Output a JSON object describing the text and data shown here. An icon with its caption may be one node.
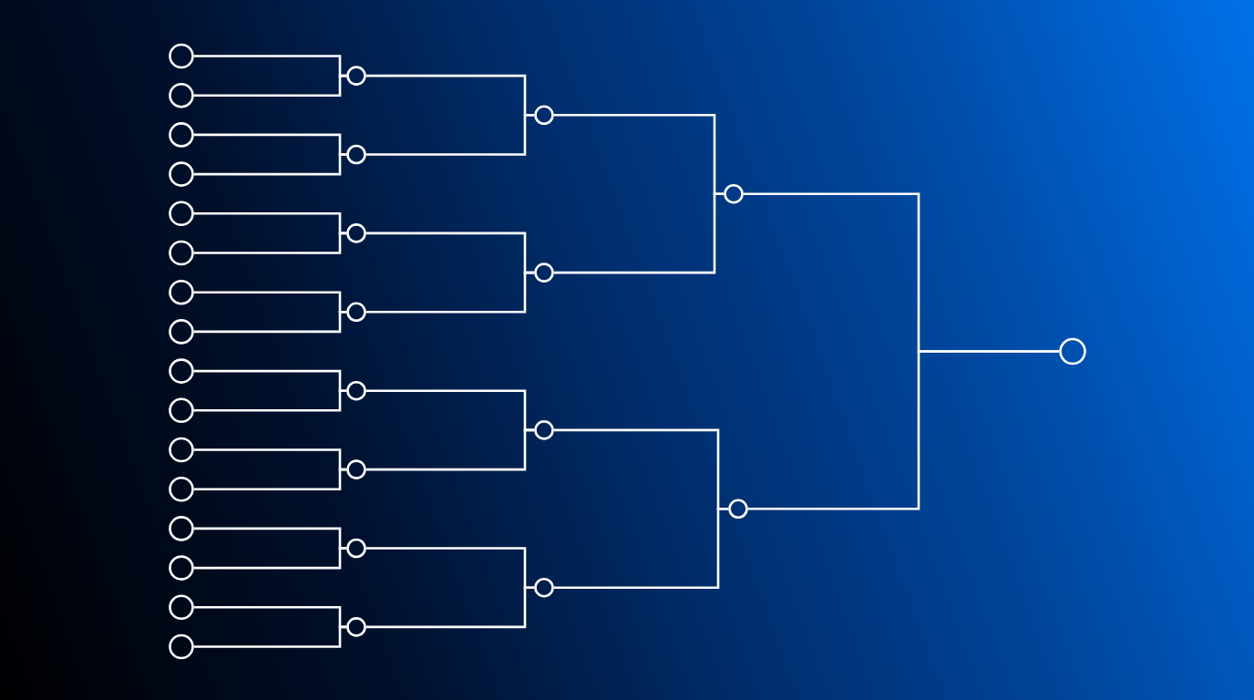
{
  "diagram": {
    "nodes": [
      {
        "text": [],
        "shape": "circle"
      },
      {
        "text": [],
        "shape": "circle"
      },
      {
        "text": [],
        "shape": "circle"
      },
      {
        "text": [],
        "shape": "circle"
      },
      {
        "text": [],
        "shape": "circle"
      },
      {
        "text": [],
        "shape": "circle"
      },
      {
        "text": [],
        "shape": "circle"
      },
      {
        "text": [],
        "shape": "circle"
      },
      {
        "text": [],
        "shape": "circle"
      },
      {
        "text": [],
        "shape": "circle"
      },
      {
        "text": [],
        "shape": "circle"
      },
      {
        "text": [],
        "shape": "circle"
      },
      {
        "text": [],
        "shape": "circle"
      },
      {
        "text": [],
        "shape": "circle"
      },
      {
        "text": [],
        "shape": "circle"
      },
      {
        "text": [],
        "shape": "circle"
      },
      {
        "text": [],
        "shape": "circle"
      },
      {
        "text": [],
        "shape": "circle"
      },
      {
        "text": [],
        "shape": "circle"
      },
      {
        "text": [],
        "shape": "circle"
      },
      {
        "text": [],
        "shape": "circle"
      },
      {
        "text": [],
        "shape": "circle"
      },
      {
        "text": [],
        "shape": "circle"
      },
      {
        "text": [],
        "shape": "circle"
      },
      {
        "text": [],
        "shape": "circle"
      },
      {
        "text": [],
        "shape": "circle"
      },
      {
        "text": [],
        "shape": "circle"
      },
      {
        "text": [],
        "shape": "circle"
      },
      {
        "text": [],
        "shape": "circle"
      },
      {
        "text": [],
        "shape": "circle"
      },
      {
        "text": [],
        "shape": "circle"
      }
    ],
    "edges": [
      {
        "from": 0,
        "to": 16,
        "arrow": "none"
      },
      {
        "from": 1,
        "to": 16,
        "arrow": "none"
      },
      {
        "from": 2,
        "to": 17,
        "arrow": "none"
      },
      {
        "from": 3,
        "to": 17,
        "arrow": "none"
      },
      {
        "from": 4,
        "to": 18,
        "arrow": "none"
      },
      {
        "from": 5,
        "to": 18,
        "arrow": "none"
      },
      {
        "from": 6,
        "to": 19,
        "arrow": "none"
      },
      {
        "from": 7,
        "to": 19,
        "arrow": "none"
      },
      {
        "from": 8,
        "to": 20,
        "arrow": "none"
      },
      {
        "from": 9,
        "to": 20,
        "arrow": "none"
      },
      {
        "from": 10,
        "to": 21,
        "arrow": "none"
      },
      {
        "from": 11,
        "to": 21,
        "arrow": "none"
      },
      {
        "from": 12,
        "to": 22,
        "arrow": "none"
      },
      {
        "from": 13,
        "to": 22,
        "arrow": "none"
      },
      {
        "from": 14,
        "to": 23,
        "arrow": "none"
      },
      {
        "from": 15,
        "to": 23,
        "arrow": "none"
      },
      {
        "from": 16,
        "to": 24,
        "arrow": "none"
      },
      {
        "from": 17,
        "to": 24,
        "arrow": "none"
      },
      {
        "from": 18,
        "to": 25,
        "arrow": "none"
      },
      {
        "from": 19,
        "to": 25,
        "arrow": "none"
      },
      {
        "from": 20,
        "to": 26,
        "arrow": "none"
      },
      {
        "from": 21,
        "to": 26,
        "arrow": "none"
      },
      {
        "from": 22,
        "to": 27,
        "arrow": "none"
      },
      {
        "from": 23,
        "to": 27,
        "arrow": "none"
      },
      {
        "from": 24,
        "to": 28,
        "arrow": "none"
      },
      {
        "from": 25,
        "to": 28,
        "arrow": "none"
      },
      {
        "from": 26,
        "to": 29,
        "arrow": "none"
      },
      {
        "from": 27,
        "to": 29,
        "arrow": "none"
      },
      {
        "from": 28,
        "to": 30,
        "arrow": "none"
      },
      {
        "from": 29,
        "to": 30,
        "arrow": "none"
      }
    ]
  }
}
